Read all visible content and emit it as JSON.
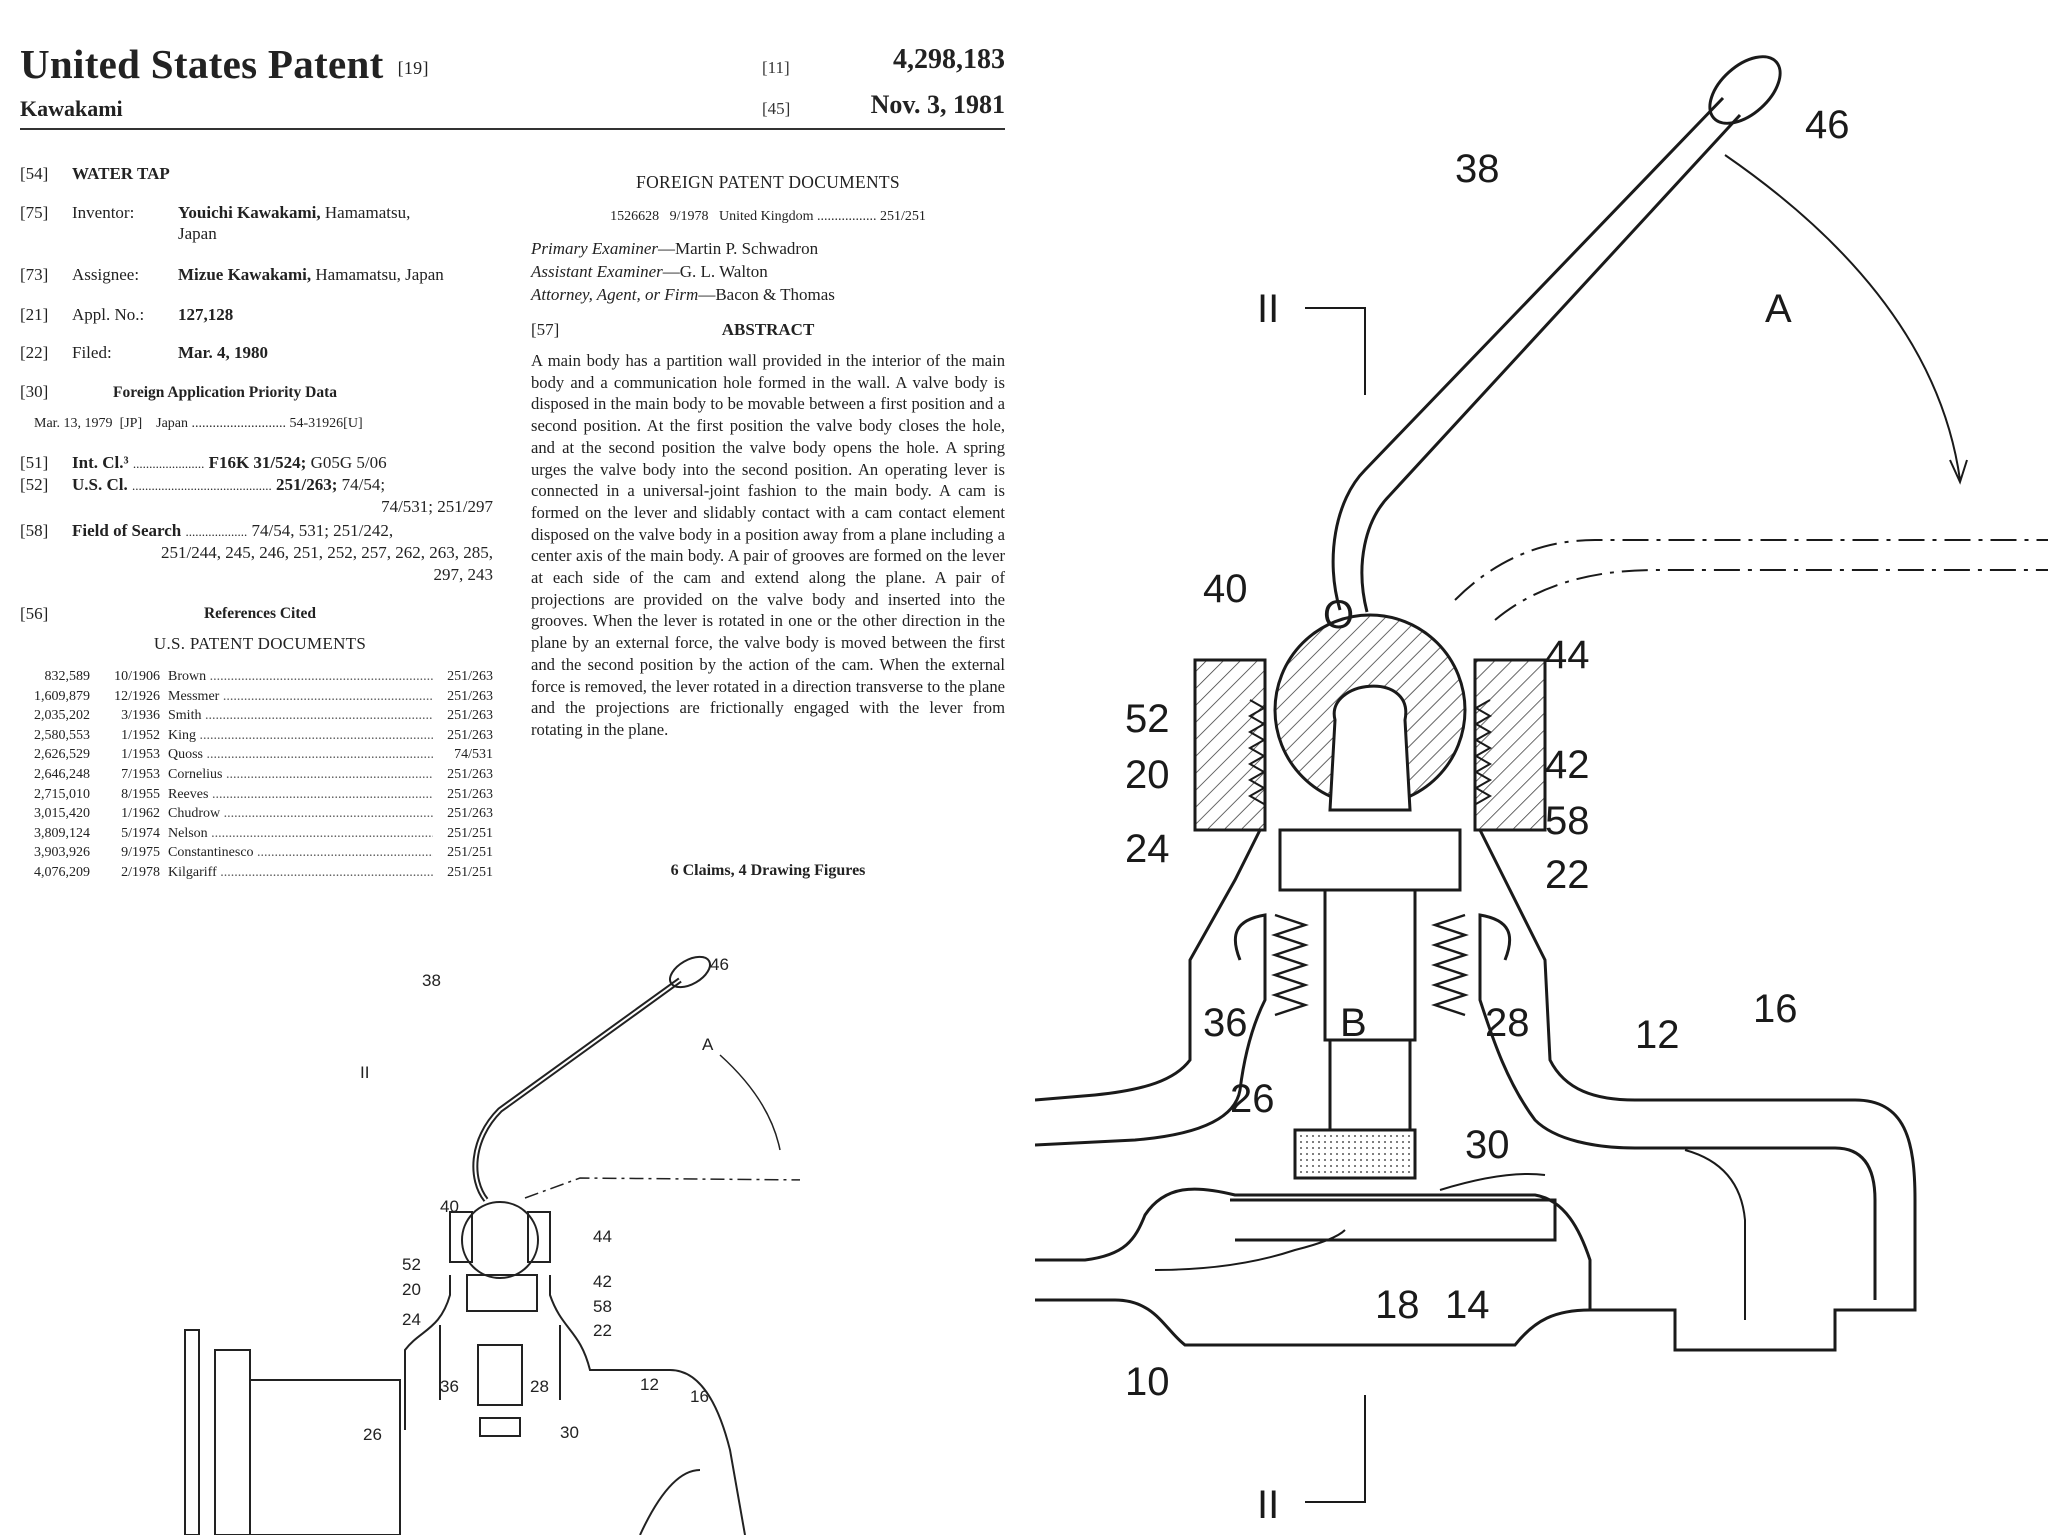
{
  "header": {
    "title": "United States Patent",
    "title_tag": "[19]",
    "inventor_surname": "Kawakami",
    "patent_no_tag": "[11]",
    "patent_no": "4,298,183",
    "date_tag": "[45]",
    "date": "Nov. 3, 1981"
  },
  "biblio": {
    "title_tag": "[54]",
    "title": "WATER TAP",
    "inventor_tag": "[75]",
    "inventor_label": "Inventor:",
    "inventor_name": "Youichi Kawakami,",
    "inventor_place": "Hamamatsu,",
    "inventor_country": "Japan",
    "assignee_tag": "[73]",
    "assignee_label": "Assignee:",
    "assignee_name": "Mizue Kawakami,",
    "assignee_place": "Hamamatsu, Japan",
    "appl_tag": "[21]",
    "appl_label": "Appl. No.:",
    "appl_value": "127,128",
    "filed_tag": "[22]",
    "filed_label": "Filed:",
    "filed_value": "Mar. 4, 1980",
    "priority_tag": "[30]",
    "priority_heading": "Foreign Application Priority Data",
    "priority_date": "Mar. 13, 1979",
    "priority_code": "[JP]",
    "priority_country": "Japan",
    "priority_dots": "...........................",
    "priority_number": "54-31926[U]",
    "intcl_tag": "[51]",
    "intcl_label": "Int. Cl.³",
    "intcl_dots": "......................",
    "intcl_value": "F16K 31/524;",
    "intcl_value2": "G05G 5/06",
    "uscl_tag": "[52]",
    "uscl_label": "U.S. Cl.",
    "uscl_dots": "...........................................",
    "uscl_value": "251/263;",
    "uscl_value2": "74/54;",
    "uscl_line2": "74/531; 251/297",
    "search_tag": "[58]",
    "search_label": "Field of Search",
    "search_dots": "...................",
    "search_line1": "74/54, 531; 251/242,",
    "search_line2": "251/244, 245, 246, 251, 252, 257, 262, 263, 285,",
    "search_line3": "297, 243",
    "refs_tag": "[56]",
    "refs_heading": "References Cited",
    "us_docs_heading": "U.S. PATENT DOCUMENTS"
  },
  "us_refs": [
    {
      "no": "832,589",
      "date": "10/1906",
      "name": "Brown",
      "cls": "251/263"
    },
    {
      "no": "1,609,879",
      "date": "12/1926",
      "name": "Messmer",
      "cls": "251/263"
    },
    {
      "no": "2,035,202",
      "date": "3/1936",
      "name": "Smith",
      "cls": "251/263"
    },
    {
      "no": "2,580,553",
      "date": "1/1952",
      "name": "King",
      "cls": "251/263"
    },
    {
      "no": "2,626,529",
      "date": "1/1953",
      "name": "Quoss",
      "cls": "74/531"
    },
    {
      "no": "2,646,248",
      "date": "7/1953",
      "name": "Cornelius",
      "cls": "251/263"
    },
    {
      "no": "2,715,010",
      "date": "8/1955",
      "name": "Reeves",
      "cls": "251/263"
    },
    {
      "no": "3,015,420",
      "date": "1/1962",
      "name": "Chudrow",
      "cls": "251/263"
    },
    {
      "no": "3,809,124",
      "date": "5/1974",
      "name": "Nelson",
      "cls": "251/251"
    },
    {
      "no": "3,903,926",
      "date": "9/1975",
      "name": "Constantinesco",
      "cls": "251/251"
    },
    {
      "no": "4,076,209",
      "date": "2/1978",
      "name": "Kilgariff",
      "cls": "251/251"
    }
  ],
  "foreign": {
    "heading": "FOREIGN PATENT DOCUMENTS",
    "line": "1526628   9/1978   United Kingdom ................. 251/251"
  },
  "examiners": {
    "primary_label": "Primary Examiner",
    "primary_name": "—Martin P. Schwadron",
    "assistant_label": "Assistant Examiner",
    "assistant_name": "—G. L. Walton",
    "attorney_label": "Attorney, Agent, or Firm",
    "attorney_name": "—Bacon & Thomas"
  },
  "abstract": {
    "tag": "[57]",
    "heading": "ABSTRACT",
    "text": "A main body has a partition wall provided in the interior of the main body and a communication hole formed in the wall. A valve body is disposed in the main body to be movable between a first position and a second position. At the first position the valve body closes the hole, and at the second position the valve body opens the hole. A spring urges the valve body into the second position. An operating lever is connected in a universal-joint fashion to the main body. A cam is formed on the lever and slidably contact with a cam contact element disposed on the valve body in a position away from a plane including a center axis of the main body. A pair of grooves are formed on the lever at each side of the cam and extend along the plane. A pair of projections are provided on the valve body and inserted into the grooves. When the lever is rotated in one or the other direction in the plane by an external force, the valve body is moved between the first and the second position by the action of the cam. When the external force is removed, the lever rotated in a direction transverse to the plane and the projections are frictionally engaged with the lever from rotating in the plane.",
    "claims": "6 Claims, 4 Drawing Figures"
  },
  "drawing_labels": {
    "n46": "46",
    "n38": "38",
    "nA": "A",
    "nII": "II",
    "n40": "40",
    "nO": "O",
    "n44": "44",
    "n52": "52",
    "n42": "42",
    "n20": "20",
    "n58": "58",
    "n24": "24",
    "n22": "22",
    "n36": "36",
    "nB": "B",
    "n28": "28",
    "n26": "26",
    "n30": "30",
    "n12": "12",
    "n16": "16",
    "n18": "18",
    "n14": "14",
    "n10": "10"
  }
}
